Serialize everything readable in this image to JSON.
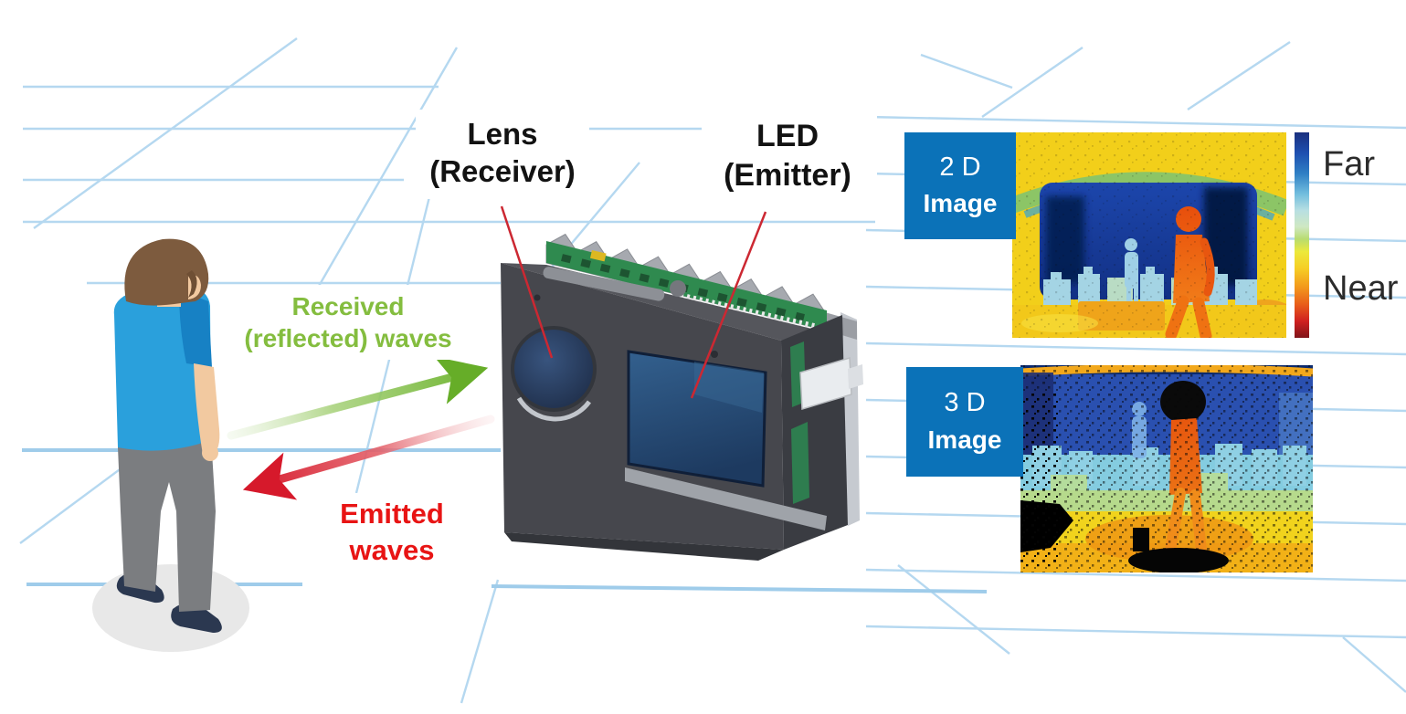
{
  "labels": {
    "lens": {
      "line1": "Lens",
      "line2": "(Receiver)"
    },
    "led": {
      "line1": "LED",
      "line2": "(Emitter)"
    },
    "received": {
      "line1": "Received",
      "line2": "(reflected) waves"
    },
    "emitted": {
      "line1": "Emitted",
      "line2": "waves"
    }
  },
  "output_panels": {
    "d2": {
      "tag_line1": "2 D",
      "tag_line2": "Image"
    },
    "d3": {
      "tag_line1": "3 D",
      "tag_line2": "Image"
    },
    "scale": {
      "far": "Far",
      "near": "Near"
    }
  },
  "colors": {
    "grid_blue": "#b5d8f0",
    "grid_strong": "#9fccea",
    "received_green": "#84bd3f",
    "emitted_red": "#e81414",
    "arrow_green": "#6cb32e",
    "arrow_red": "#d6192b",
    "tag_blue": "#0b72b8",
    "tag_text": "#ffffff",
    "annotation_red": "#cc2832",
    "label_black": "#121212",
    "far_near_text": "#2b2b2b"
  }
}
